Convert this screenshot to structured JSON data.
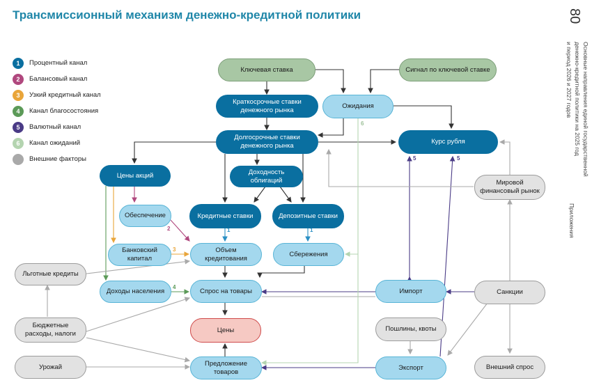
{
  "title": "Трансмиссионный механизм денежно-кредитной политики",
  "page_number": "80",
  "side_caption": {
    "line1": "Основные направления единой государственной",
    "line2": "денежно-кредитной политики на 2025 год",
    "line3": "и период 2026 и 2027 годов",
    "section": "Приложения"
  },
  "legend": [
    {
      "num": "1",
      "label": "Процентный канал",
      "color": "#0a6fa0"
    },
    {
      "num": "2",
      "label": "Балансовый канал",
      "color": "#b0487e"
    },
    {
      "num": "3",
      "label": "Узкий кредитный канал",
      "color": "#e9a53a"
    },
    {
      "num": "4",
      "label": "Канал благосостояния",
      "color": "#5c9a58"
    },
    {
      "num": "5",
      "label": "Валютный канал",
      "color": "#4a3b86"
    },
    {
      "num": "6",
      "label": "Канал ожиданий",
      "color": "#b4d4b0"
    },
    {
      "num": "",
      "label": "Внешние факторы",
      "color": "#a9a9a9"
    }
  ],
  "nodes": {
    "key_rate": "Ключевая ставка",
    "key_rate_signal": "Сигнал по ключевой ставке",
    "short_rates": "Краткосрочные ставки денежного рынка",
    "expectations": "Ожидания",
    "long_rates": "Долгосрочные ставки денежного рынка",
    "ruble_rate": "Курс рубля",
    "stock_prices": "Цены акций",
    "bond_yield": "Доходность облигаций",
    "collateral": "Обеспечение",
    "credit_rates": "Кредитные ставки",
    "deposit_rates": "Депозитные ставки",
    "world_market": "Мировой финансовый рынок",
    "bank_capital": "Банковский капитал",
    "credit_volume": "Объем кредитования",
    "savings": "Сбережения",
    "preferential_loans": "Льготные кредиты",
    "household_income": "Доходы населения",
    "goods_demand": "Спрос на товары",
    "imports": "Импорт",
    "sanctions": "Санкции",
    "budget": "Бюджетные расходы, налоги",
    "prices": "Цены",
    "duties": "Пошлины, квоты",
    "harvest": "Урожай",
    "goods_supply": "Предложение товаров",
    "exports": "Экспорт",
    "external_demand": "Внешний спрос"
  },
  "channel_labels": {
    "c1a": "1",
    "c1b": "1",
    "c2": "2",
    "c3": "3",
    "c4": "4",
    "c5a": "5",
    "c5b": "5",
    "c6": "6"
  }
}
